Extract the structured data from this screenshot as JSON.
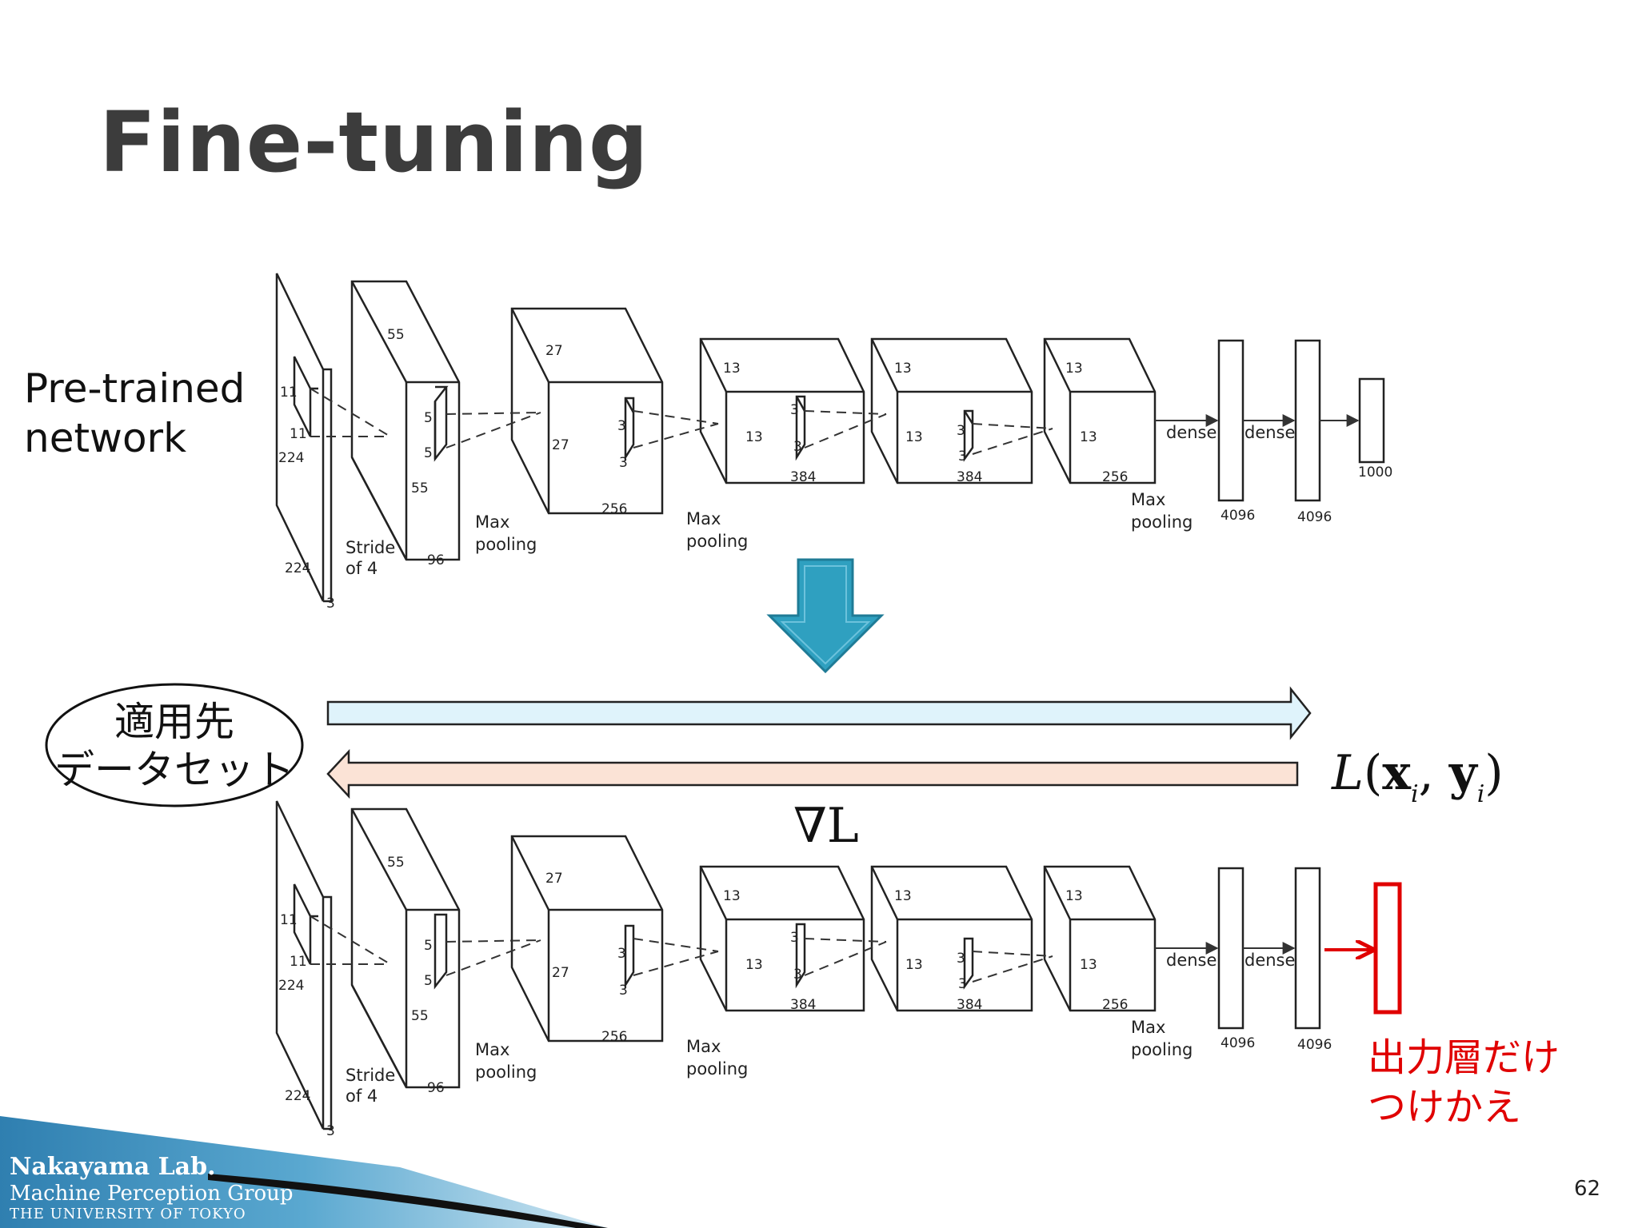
{
  "slide": {
    "title": "Fine-tuning",
    "page_number": "62"
  },
  "labels": {
    "pretrained_line1": "Pre-trained",
    "pretrained_line2": "network",
    "dataset_line1": "適用先",
    "dataset_line2": "データセット",
    "loss_L": "L",
    "loss_x": "x",
    "loss_i1": "i",
    "loss_y": "y",
    "loss_i2": "i",
    "gradient": "∇L",
    "replace_line1": "出力層だけ",
    "replace_line2": "つけかえ"
  },
  "network": {
    "input_size": "224",
    "input_channels": "3",
    "kernel1": "11",
    "kernel2": "5",
    "kernel3": "3",
    "stride": "Stride",
    "stride_of": "of 4",
    "max": "Max",
    "pooling": "pooling",
    "dense": "dense",
    "s55": "55",
    "s27": "27",
    "s13": "13",
    "c96": "96",
    "c256": "256",
    "c384": "384",
    "d4096": "4096",
    "out1000": "1000"
  },
  "footer": {
    "lab_name": "Nakayama Lab.",
    "group": "Machine Perception Group",
    "university": "THE UNIVERSITY OF TOKYO"
  },
  "colors": {
    "title": "#3c3c3c",
    "down_arrow_fill": "#2fa0c0",
    "forward_arrow_fill": "#dff3fb",
    "backward_arrow_fill": "#fbe3d6",
    "replace_red": "#e00000",
    "footer_blue": "#2f7fb0"
  }
}
